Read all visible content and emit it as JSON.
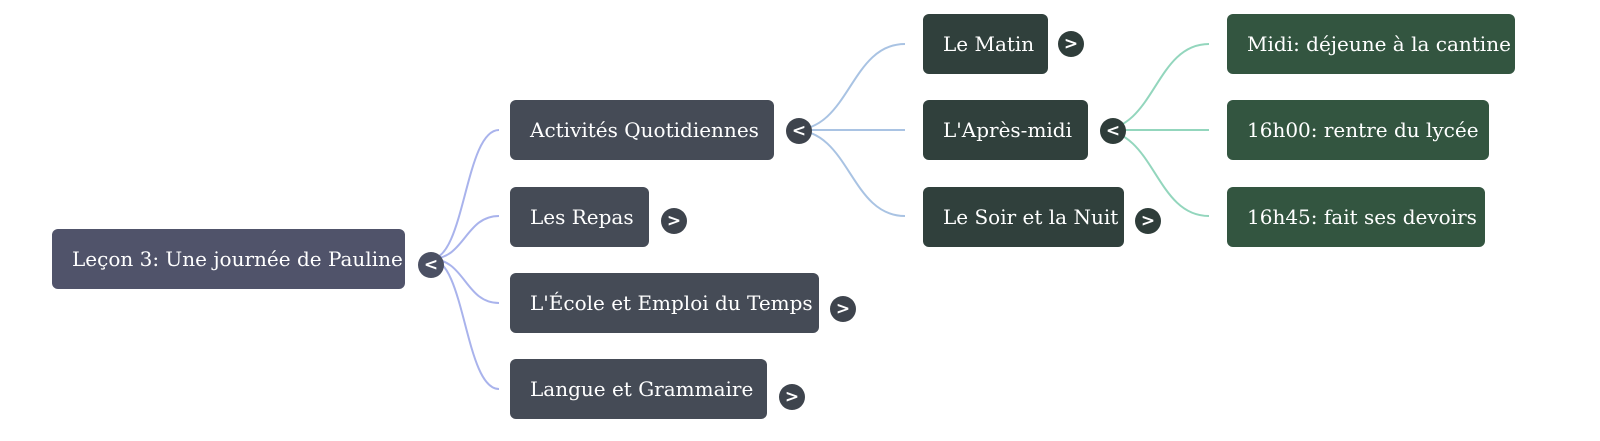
{
  "root": {
    "label": "Leçon 3: Une journée de Pauline",
    "toggle": "<"
  },
  "branches": [
    {
      "label": "Activités Quotidiennes",
      "toggle": "<",
      "children": [
        {
          "label": "Le Matin",
          "toggle": ">"
        },
        {
          "label": "L'Après-midi",
          "toggle": "<",
          "children": [
            {
              "label": "Midi: déjeune à la cantine"
            },
            {
              "label": "16h00: rentre du lycée"
            },
            {
              "label": "16h45: fait ses devoirs"
            }
          ]
        },
        {
          "label": "Le Soir et la Nuit",
          "toggle": ">"
        }
      ]
    },
    {
      "label": "Les Repas",
      "toggle": ">"
    },
    {
      "label": "L'École et Emploi du Temps",
      "toggle": ">"
    },
    {
      "label": "Langue et Grammaire",
      "toggle": ">"
    }
  ],
  "colors": {
    "root_node": "#50536a",
    "branch_node": "#454b56",
    "sub_node": "#30403c",
    "leaf_node": "#335540",
    "root_links": "#a9b3ec",
    "sub_links": "#a9c3e3",
    "leaf_links": "#93d6bd"
  }
}
